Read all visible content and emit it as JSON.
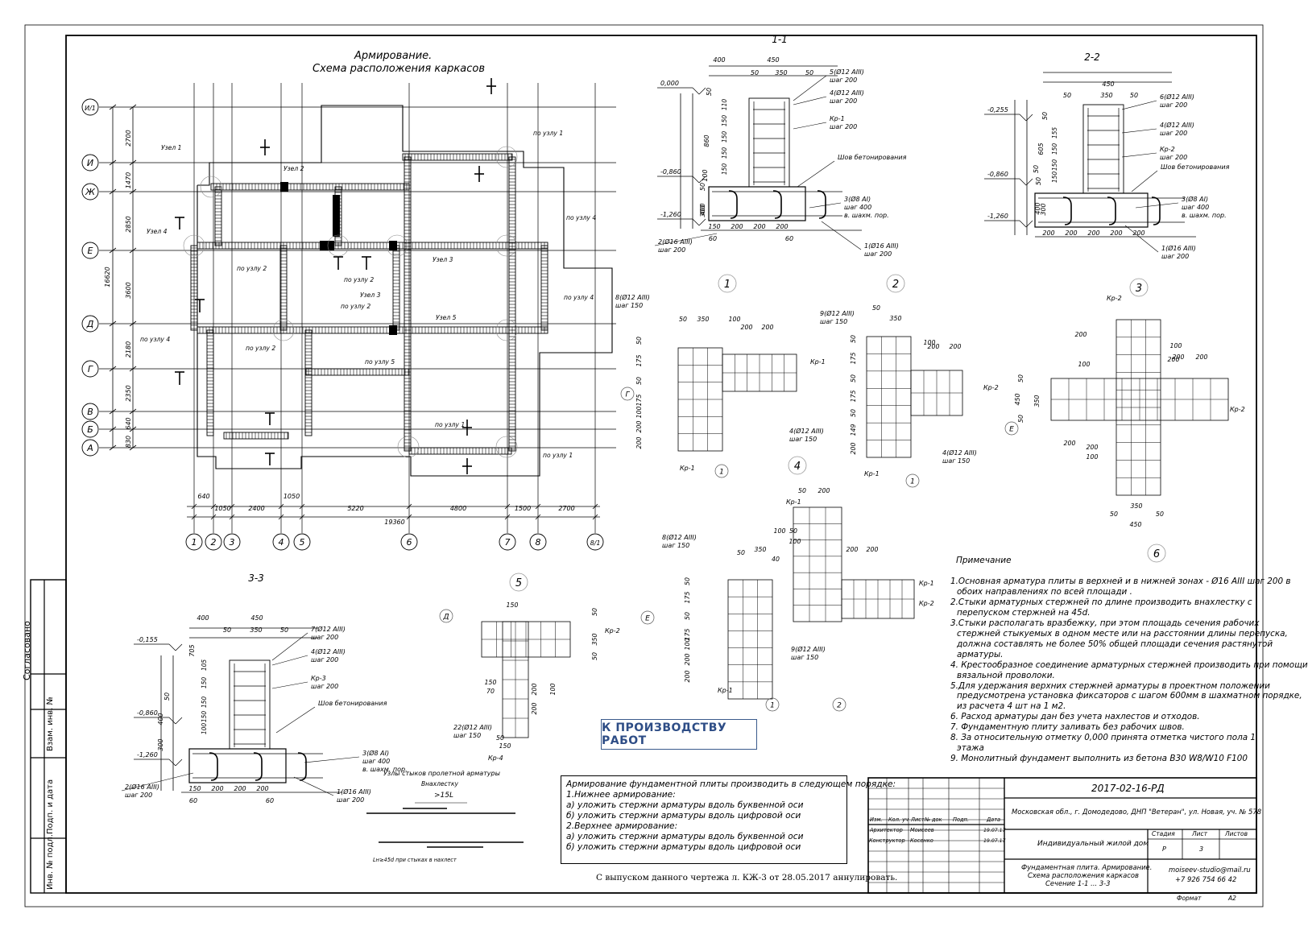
{
  "plan": {
    "title_line1": "Армирование.",
    "title_line2": "Схема расположения каркасов",
    "axes_letters": [
      "И/1",
      "И",
      "Ж",
      "Е",
      "Д",
      "Г",
      "В",
      "Б",
      "А"
    ],
    "axes_numbers": [
      "1",
      "2",
      "3",
      "4",
      "5",
      "6",
      "7",
      "8",
      "8/1"
    ],
    "left_dims": [
      "2700",
      "1470",
      "2850",
      "3600",
      "2180",
      "2350",
      "640",
      "830"
    ],
    "total_height": "16620",
    "bottom_dims": [
      "640",
      "1050",
      "2400",
      "1050",
      "5220",
      "4800",
      "1500",
      "2700"
    ],
    "total_width": "19360",
    "node_labels": [
      "Узел 1",
      "Узел 2",
      "Узел 3",
      "Узел 3",
      "Узел 4",
      "Узел 5"
    ],
    "by_node_labels": [
      "по узлу 1",
      "по узлу 2",
      "по узлу 2",
      "по узлу 2",
      "по узлу 2",
      "по узлу 4",
      "по узлу 4",
      "по узлу 4",
      "по узлу 5",
      "по узлу 1",
      "по узлу 1"
    ]
  },
  "section_1_1": {
    "title": "1-1",
    "top_dims": [
      "400",
      "450",
      "50",
      "350",
      "50"
    ],
    "levels": [
      "0,000",
      "-0,860",
      "-1,260"
    ],
    "left_dims": [
      "50",
      "860",
      "100",
      "50",
      "400",
      "300"
    ],
    "inner_dims": [
      "110",
      "150",
      "150",
      "150",
      "150"
    ],
    "bottom_dims": [
      "150",
      "200",
      "200",
      "200"
    ],
    "bottom_dims2": [
      "60",
      "60"
    ],
    "callouts": [
      {
        "l1": "5(Ø12 АIII)",
        "l2": "шаг 200"
      },
      {
        "l1": "4(Ø12 АIII)",
        "l2": "шаг 200"
      },
      {
        "l1": "Кр-1",
        "l2": "шаг 200"
      },
      {
        "l1": "Шов бетонирования",
        "l2": ""
      },
      {
        "l1": "3(Ø8 АI)",
        "l2": "шаг 400",
        "l3": "в. шахм. пор."
      },
      {
        "l1": "2(Ø16 АIII)",
        "l2": "шаг 200"
      },
      {
        "l1": "1(Ø16 АIII)",
        "l2": "шаг 200"
      }
    ]
  },
  "section_2_2": {
    "title": "2-2",
    "top_dims": [
      "450",
      "50",
      "350",
      "50"
    ],
    "levels": [
      "-0,255",
      "-0,860",
      "-1,260"
    ],
    "left_dims": [
      "50",
      "605",
      "50",
      "50",
      "400",
      "300"
    ],
    "inner_dims": [
      "155",
      "150",
      "150",
      "150"
    ],
    "bottom_dims": [
      "200",
      "200",
      "200",
      "200",
      "200"
    ],
    "callouts": [
      {
        "l1": "6(Ø12 АIII)",
        "l2": "шаг 200"
      },
      {
        "l1": "4(Ø12 АIII)",
        "l2": "шаг 200"
      },
      {
        "l1": "Кр-2",
        "l2": "шаг 200"
      },
      {
        "l1": "Шов бетонирования",
        "l2": ""
      },
      {
        "l1": "3(Ø8 АI)",
        "l2": "шаг 400",
        "l3": "в. шахм. пор."
      },
      {
        "l1": "1(Ø16 АIII)",
        "l2": "шаг 200"
      }
    ]
  },
  "section_3_3": {
    "title": "3-3",
    "top_dims": [
      "400",
      "450",
      "50",
      "350",
      "50"
    ],
    "levels": [
      "-0,155",
      "-0,860",
      "-1,260"
    ],
    "left_dims": [
      "705",
      "50",
      "400",
      "300"
    ],
    "inner_dims": [
      "105",
      "150",
      "150",
      "150",
      "100"
    ],
    "bottom_dims": [
      "150",
      "200",
      "200",
      "200"
    ],
    "bottom_dims2": [
      "60",
      "60"
    ],
    "callouts": [
      {
        "l1": "7(Ø12 АIII)",
        "l2": "шаг 200"
      },
      {
        "l1": "4(Ø12 АIII)",
        "l2": "шаг 200"
      },
      {
        "l1": "Кр-3",
        "l2": "шаг 200"
      },
      {
        "l1": "Шов бетонирования",
        "l2": ""
      },
      {
        "l1": "3(Ø8 АI)",
        "l2": "шаг 400",
        "l3": "в. шахм. пор."
      },
      {
        "l1": "2(Ø16 АIII)",
        "l2": "шаг 200"
      },
      {
        "l1": "1(Ø16 АIII)",
        "l2": "шаг 200"
      }
    ]
  },
  "nodes": {
    "n1": {
      "num": "1",
      "callout_a": "8(Ø12 АIII)",
      "step_a": "шаг 150",
      "callout_b": "4(Ø12 АIII)",
      "step_b": "шаг 150",
      "kr": "Кр-1",
      "kr2": "Кр-1",
      "dims_top": [
        "50",
        "350",
        "100",
        "200",
        "200"
      ],
      "dims_left": [
        "50",
        "175",
        "50",
        "175",
        "100",
        "200",
        "200"
      ],
      "axis": "Г",
      "axis2": "1",
      "axis3": "4"
    },
    "n2": {
      "num": "2",
      "callout_a": "9(Ø12 АIII)",
      "step_a": "шаг 150",
      "callout_b": "4(Ø12 АIII)",
      "step_b": "шаг 150",
      "kr": "Кр-1",
      "dims_top": [
        "50",
        "350",
        "100",
        "200",
        "200"
      ],
      "dims_left": [
        "50",
        "175",
        "50",
        "175",
        "50",
        "149",
        "200"
      ],
      "axis": "1"
    },
    "n3": {
      "num": "3",
      "kr_top": "Кр-2",
      "kr_left": "Кр-2",
      "kr_right": "Кр-2",
      "dims_top": [
        "200",
        "100",
        "200",
        "100",
        "200",
        "200"
      ],
      "dims_left": [
        "50",
        "450",
        "350",
        "50"
      ],
      "dims_bottom": [
        "200",
        "200",
        "100",
        "350",
        "50",
        "450",
        "50"
      ],
      "axis": "Е",
      "axis2": "6"
    },
    "n4": {
      "num": "5",
      "callout_a": "8(Ø12 АIII)",
      "step_a": "шаг 150",
      "callout_b": "9(Ø12 АIII)",
      "step_b": "шаг 150",
      "kr_top": "Кр-1",
      "kr_r1": "Кр-1",
      "kr_r2": "Кр-2",
      "kr_bottom": "Кр-1",
      "dims_top": [
        "50",
        "350",
        "50",
        "100",
        "200",
        "200",
        "200",
        "40",
        "50",
        "100"
      ],
      "dims_left": [
        "50",
        "175",
        "50",
        "175",
        "100",
        "200",
        "200"
      ],
      "axis": "Е",
      "axis2": "1",
      "axis3": "2"
    },
    "n5": {
      "num": "5",
      "callout": "22(Ø12 АIII)",
      "step": "шаг 150",
      "kr_r": "Кр-2",
      "kr_b": "Кр-4",
      "dims_top": [
        "150"
      ],
      "dims_right": [
        "50",
        "350",
        "50"
      ],
      "dims_left": [
        "150",
        "70",
        "50",
        "150"
      ],
      "dims_right2": [
        "200",
        "200",
        "100"
      ],
      "axis": "Д"
    }
  },
  "overlap": {
    "title": "Узлы стыков пролетной арматуры",
    "sub": "Внахлестку",
    "mark": ">15L",
    "note": "Lн≥45d при стыках в нахлест"
  },
  "stamp": {
    "text": "К ПРОИЗВОДСТВУ РАБОТ"
  },
  "notes": {
    "title": "Примечание",
    "items": [
      "1.Основная арматура плиты в верхней и в нижней зонах - Ø16 АIII шаг 200 в",
      "обоих направлениях по всей площади .",
      "2.Стыки арматурных стержней по длине производить внахлестку с",
      "перепуском стержней на 45d.",
      "3.Стыки располагать вразбежку, при этом площадь сечения рабочих",
      "стержней стыкуемых в одном месте или на расстоянии длины перепуска,",
      "должна составлять не более 50% общей площади сечения растянутой",
      "арматуры.",
      "4.    Крестообразное соединение арматурных стержней производить при помощи",
      "вязальной проволоки.",
      "5.Для удержания верхних стержней арматуры в проектном положении",
      "предусмотрена  установка фиксаторов с шагом 600мм в шахматном порядке,",
      "из расчета 4  шт на 1 м2.",
      "6.   Расход арматуры дан без учета нахлестов и отходов.",
      "7.  Фундаментную плиту заливать без рабочих швов.",
      "8.  За относительную отметку 0,000 принята отметка чистого пола 1",
      "этажа",
      "9.  Монолитный фундамент выполнить из бетона В30 W8/W10 F100"
    ]
  },
  "order": {
    "lines": [
      "Армирование фундаментной плиты производить в следующем порядке:",
      "1.Нижнее армирование:",
      "а) уложить стержни арматуры вдоль буквенной оси",
      "б) уложить стержни арматуры вдоль цифровой оси",
      "2.Верхнее армирование:",
      "а) уложить стержни арматуры вдоль буквенной оси",
      "б) уложить стержни арматуры вдоль цифровой оси"
    ]
  },
  "annul": "С выпуском данного чертежа л. КЖ-3 от 28.05.2017 аннулировать.",
  "titleblock": {
    "code": "2017-02-16-РД",
    "address": "Московская обл., г. Домодедово, ДНП \"Ветеран\", ул. Новая, уч. № 578",
    "object": "Индивидуальный жилой дом",
    "sheet_title_1": "Фундаментная плита. Армирование.",
    "sheet_title_2": "Схема расположения каркасов",
    "sheet_title_3": "Сечение 1-1 ... 3-3",
    "contacts_1": "moiseev-studio@mail.ru",
    "contacts_2": "+7 926 754 66 42",
    "h_izm": "Изм.",
    "h_kol": "Кол. уч",
    "h_list": "Лист",
    "h_doc": "№ док",
    "h_podp": "Подп.",
    "h_data": "Дата",
    "role1": "Архитектор",
    "name1": "Моисеев",
    "date1": "19.07.17",
    "role2": "Конструктор",
    "name2": "Косенко",
    "date2": "19.07.17",
    "stage_h": "Стадия",
    "list_h": "Лист",
    "lists_h": "Листов",
    "stage": "Р",
    "list": "3",
    "format_label": "Формат",
    "format": "А2"
  },
  "side": {
    "agreed": "Согласовано",
    "vzam": "Взам. инв. №",
    "podp": "Подп. и дата",
    "inv": "Инв. № подл."
  }
}
